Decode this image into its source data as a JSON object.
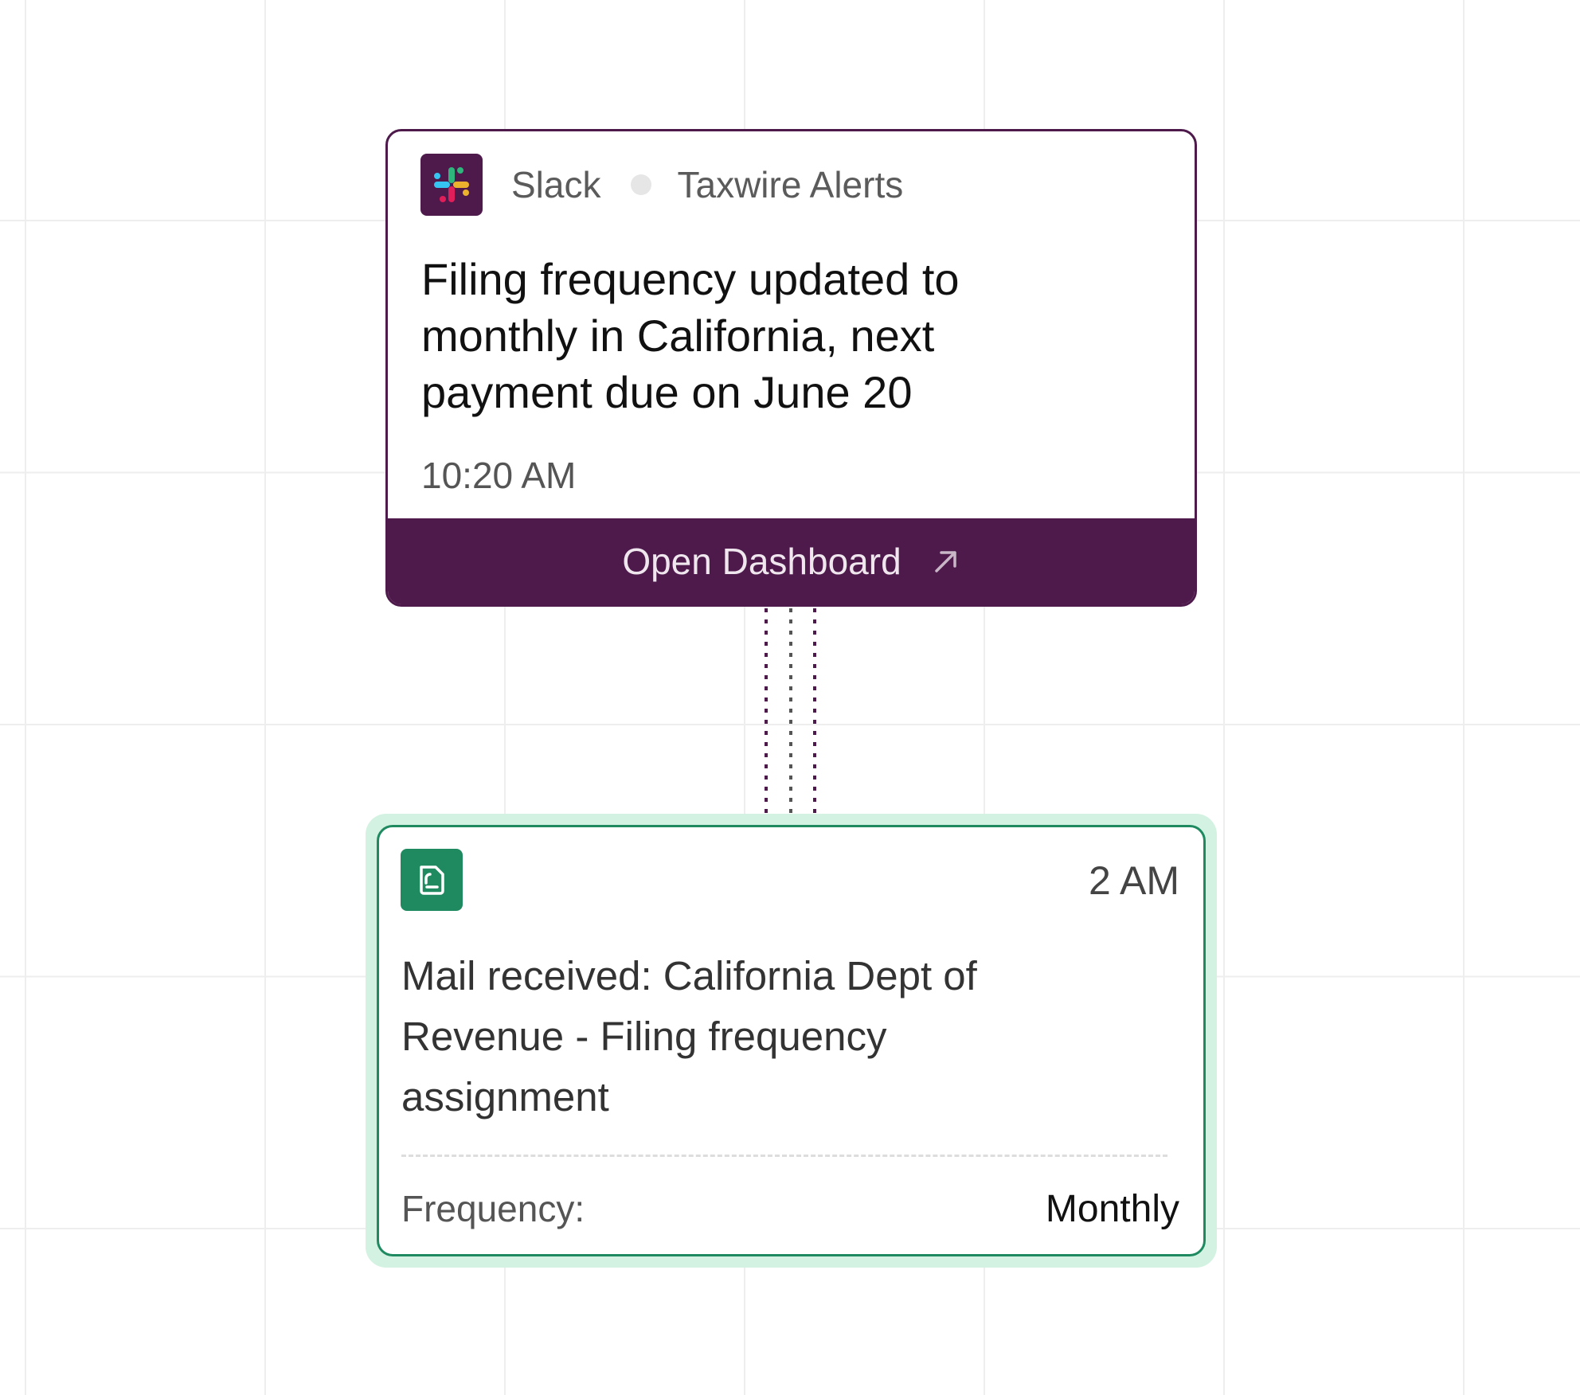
{
  "slack_card": {
    "app_name": "Slack",
    "channel": "Taxwire Alerts",
    "message": "Filing frequency updated to monthly in California, next payment due on June 20",
    "time": "10:20 AM",
    "action_label": "Open Dashboard",
    "app_icon": "slack-logo-icon",
    "action_icon": "arrow-up-right-icon",
    "accent_color": "#4e1a4c"
  },
  "mail_card": {
    "icon": "document-icon",
    "time": "2 AM",
    "message": "Mail received: California Dept of Revenue - Filing frequency assignment",
    "field_label": "Frequency:",
    "field_value": "Monthly",
    "accent_color": "#1f8a60",
    "halo_color": "#d3f2e2"
  }
}
